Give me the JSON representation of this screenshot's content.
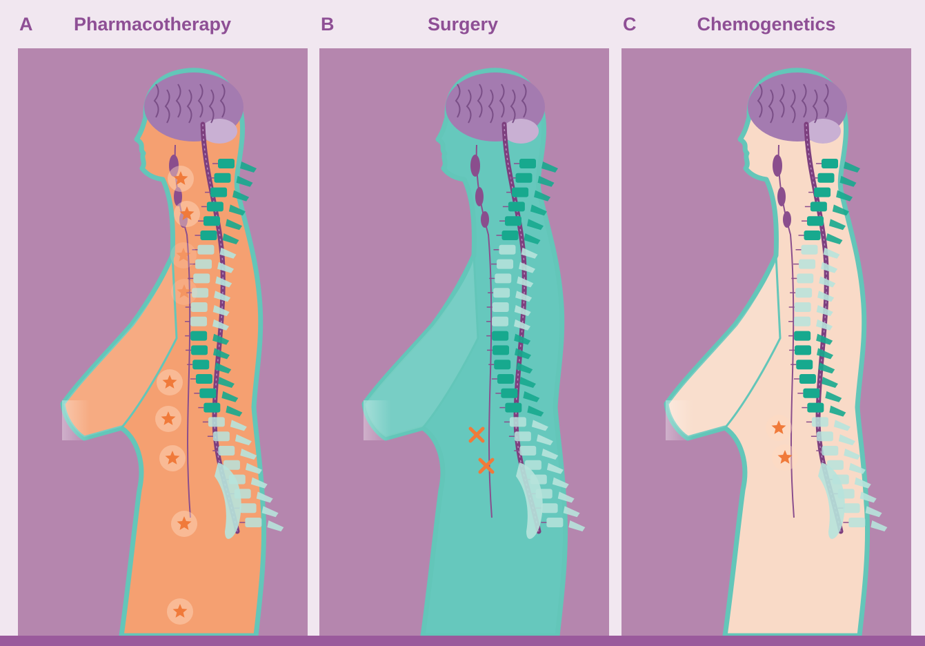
{
  "panels": [
    {
      "letter": "A",
      "title": "Pharmacotherapy"
    },
    {
      "letter": "B",
      "title": "Surgery"
    },
    {
      "letter": "C",
      "title": "Chemogenetics"
    }
  ],
  "colors": {
    "background": "#f1e7f0",
    "panel_bg": "#b586ae",
    "heading": "#8e4f95",
    "outline_teal": "#63c6b9",
    "body_pharmacotherapy": "#f5a071",
    "body_surgery": "#66c8bd",
    "body_chemogenetics": "#f9dac7",
    "brain": "#a47bb0",
    "spine_cord": "#7d3f7e",
    "vertebra_dark": "#17a98e",
    "vertebra_light": "#b7e3dc",
    "marker_orange": "#f07a3a"
  },
  "icons": {
    "star": "star-icon",
    "cross": "x-mark-icon",
    "brain": "brain-icon"
  }
}
